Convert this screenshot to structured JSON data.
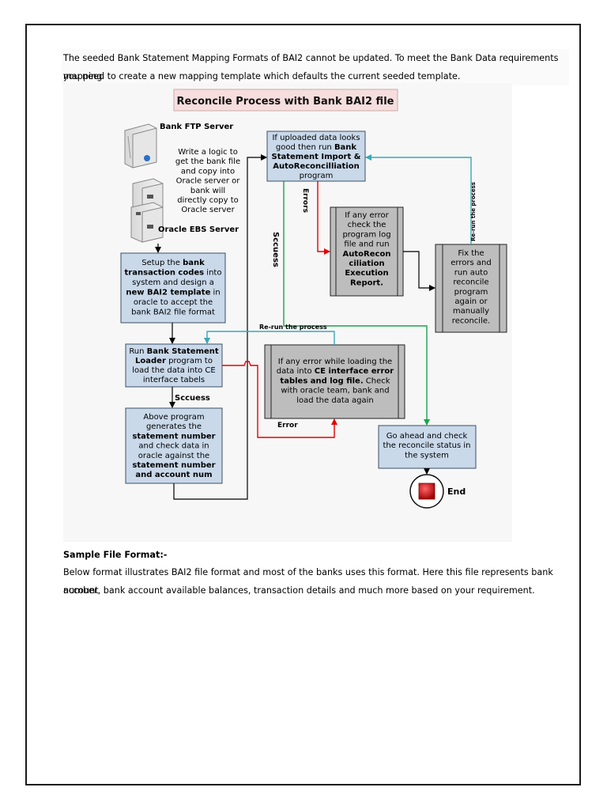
{
  "intro": {
    "line1": "The seeded Bank Statement Mapping Formats of BAI2 cannot be updated. To meet the Bank Data requirements mapping",
    "line2": "you need to create a new mapping template which defaults the current seeded template."
  },
  "diagram": {
    "title": "Reconcile Process with Bank BAI2 file",
    "ftp_label": "Bank FTP Server",
    "ebs_label": "Oracle EBS Server",
    "write_logic": [
      "Write a logic to",
      "get the bank file",
      "and copy into",
      "Oracle server or",
      "bank will",
      "directly copy to",
      "Oracle server"
    ],
    "setup_box": [
      [
        {
          "t": "Setup the ",
          "b": false
        },
        {
          "t": "bank",
          "b": true
        }
      ],
      [
        {
          "t": "transaction codes",
          "b": true
        },
        {
          "t": " into",
          "b": false
        }
      ],
      [
        {
          "t": "system and design a",
          "b": false
        }
      ],
      [
        {
          "t": "new BAI2 template",
          "b": true
        },
        {
          "t": " in",
          "b": false
        }
      ],
      [
        {
          "t": "oracle to accept the",
          "b": false
        }
      ],
      [
        {
          "t": "bank BAI2 file format",
          "b": false
        }
      ]
    ],
    "loader_box": [
      [
        {
          "t": "Run ",
          "b": false
        },
        {
          "t": "Bank Statement",
          "b": true
        }
      ],
      [
        {
          "t": "Loader",
          "b": true
        },
        {
          "t": " program to",
          "b": false
        }
      ],
      [
        {
          "t": "load the data into CE",
          "b": false
        }
      ],
      [
        {
          "t": "interface tabels",
          "b": false
        }
      ]
    ],
    "generates_box": [
      [
        {
          "t": "Above program",
          "b": false
        }
      ],
      [
        {
          "t": "generates the",
          "b": false
        }
      ],
      [
        {
          "t": "statement number",
          "b": true
        }
      ],
      [
        {
          "t": "and check data in",
          "b": false
        }
      ],
      [
        {
          "t": "oracle against the",
          "b": false
        }
      ],
      [
        {
          "t": "statement number",
          "b": true
        }
      ],
      [
        {
          "t": "and account num",
          "b": true
        }
      ]
    ],
    "import_box": [
      [
        {
          "t": "If uploaded data looks",
          "b": false
        }
      ],
      [
        {
          "t": "good then run ",
          "b": false
        },
        {
          "t": "Bank",
          "b": true
        }
      ],
      [
        {
          "t": "Statement Import &",
          "b": true
        }
      ],
      [
        {
          "t": "AutoReconcilliation",
          "b": true
        }
      ],
      [
        {
          "t": "program",
          "b": false
        }
      ]
    ],
    "error_check_box": [
      [
        {
          "t": "If any error",
          "b": false
        }
      ],
      [
        {
          "t": "check the",
          "b": false
        }
      ],
      [
        {
          "t": "program log",
          "b": false
        }
      ],
      [
        {
          "t": "file and run",
          "b": false
        }
      ],
      [
        {
          "t": "AutoRecon",
          "b": true
        }
      ],
      [
        {
          "t": "ciliation",
          "b": true
        }
      ],
      [
        {
          "t": "Execution",
          "b": true
        }
      ],
      [
        {
          "t": "Report.",
          "b": true
        }
      ]
    ],
    "fix_box": [
      [
        {
          "t": "Fix the",
          "b": false
        }
      ],
      [
        {
          "t": "errors and",
          "b": false
        }
      ],
      [
        {
          "t": "run auto",
          "b": false
        }
      ],
      [
        {
          "t": "reconcile",
          "b": false
        }
      ],
      [
        {
          "t": "program",
          "b": false
        }
      ],
      [
        {
          "t": "again or",
          "b": false
        }
      ],
      [
        {
          "t": "manually",
          "b": false
        }
      ],
      [
        {
          "t": "reconcile.",
          "b": false
        }
      ]
    ],
    "loading_error_box": [
      [
        {
          "t": "If any error while loading the",
          "b": false
        }
      ],
      [
        {
          "t": "data into ",
          "b": false
        },
        {
          "t": "CE interface error",
          "b": true
        }
      ],
      [
        {
          "t": "tables and log file.",
          "b": true
        },
        {
          "t": " Check",
          "b": false
        }
      ],
      [
        {
          "t": "with oracle team, bank and",
          "b": false
        }
      ],
      [
        {
          "t": "load the data again",
          "b": false
        }
      ]
    ],
    "status_box": [
      [
        {
          "t": "Go ahead and check",
          "b": false
        }
      ],
      [
        {
          "t": "the reconcile status in",
          "b": false
        }
      ],
      [
        {
          "t": "the system",
          "b": false
        }
      ]
    ],
    "labels": {
      "errors": "Errors",
      "success_vertical": "Sccuess",
      "success": "Sccuess",
      "rerun_vertical": "Re-run the process",
      "rerun": "Re-run the process",
      "error": "Error",
      "end": "End"
    },
    "colors": {
      "box_fill": "#c9d9ea",
      "box_border": "#3d4f66",
      "grey_fill": "#bdbdbd",
      "green": "#1aa34a",
      "red": "#e60000",
      "teal": "#3aa7b8",
      "end_red": "#cc1111"
    }
  },
  "sample": {
    "heading": "Sample File Format:-",
    "line1": "Below format illustrates BAI2 file format and most of the banks uses this format. Here this file represents bank account",
    "line2": "number, bank account available balances, transaction details and much more based on your requirement."
  }
}
